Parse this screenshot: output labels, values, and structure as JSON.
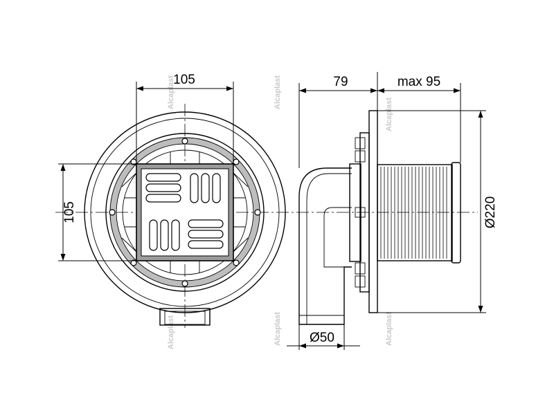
{
  "dimensions": {
    "grate_width": "105",
    "grate_height": "105",
    "outlet_offset": "79",
    "body_depth": "max 95",
    "flange_diameter": "Ø220",
    "outlet_diameter": "Ø50"
  },
  "watermark": "Alcaplast",
  "colors": {
    "line": "#000000",
    "background": "#ffffff",
    "fill_grey": "#cfcfcf",
    "watermark": "#c9c9c9"
  }
}
